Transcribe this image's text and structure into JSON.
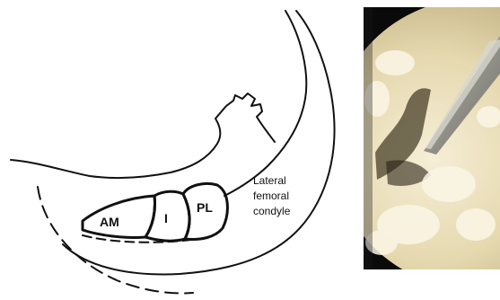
{
  "figure": {
    "left_panel": {
      "labels": {
        "am": "AM",
        "i": "I",
        "pl": "PL",
        "condyle_line1": "Lateral",
        "condyle_line2": "femoral",
        "condyle_line3": "condyle"
      }
    },
    "right_panel": {
      "description_colors": {
        "background": "#0a0a0a",
        "tissue": "#efe6c8",
        "instrument": "#9a9a92"
      }
    }
  }
}
